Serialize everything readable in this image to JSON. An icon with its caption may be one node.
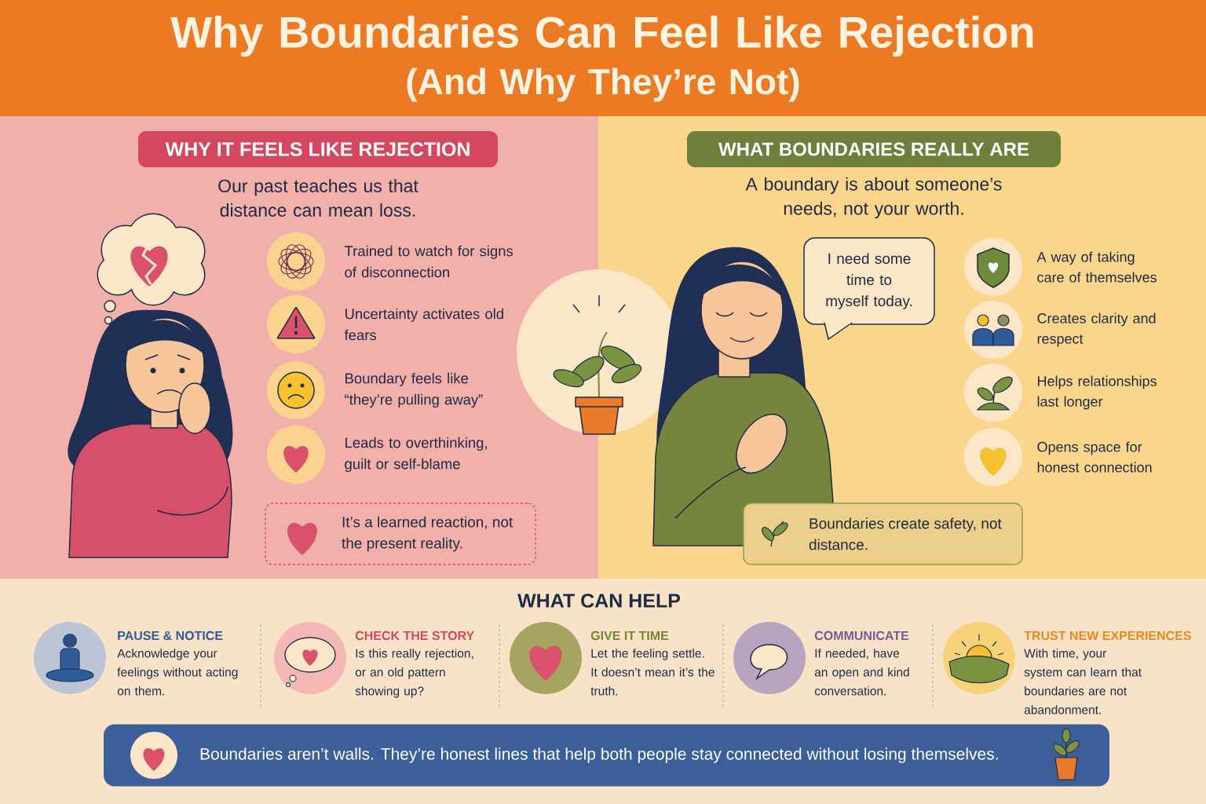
{
  "diagram": {
    "title": "Why Boundaries Can Feel Like Rejection",
    "nodes": [
      {
        "text": [
          "WHY IT FEELS LIKE REJECTION"
        ]
      },
      {
        "text": [
          "It’s a learned reaction, not the present reality."
        ]
      },
      {
        "text": [
          "WHAT BOUNDARIES REALLY ARE"
        ]
      },
      {
        "text": [
          "I need some time to myself today."
        ]
      },
      {
        "text": [
          "Boundaries create safety, not distance."
        ]
      },
      {
        "text": [
          "Boundaries aren’t walls. They’re honest lines that help both people stay connected without losing themselves."
        ]
      }
    ],
    "labels": [
      "(And Why They’re Not)",
      "Our past teaches us that distance can mean loss.",
      "Trained to watch for signs of disconnection",
      "Uncertainty activates old fears",
      "Boundary feels like “they’re pulling away”",
      "Leads to overthinking, guilt or self-blame",
      "A boundary is about someone’s needs, not your worth.",
      "A way of taking care of themselves",
      "Creates clarity and respect",
      "Helps relationships last longer",
      "Opens space for honest connection",
      "WHAT CAN HELP",
      "PAUSE & NOTICE",
      "Acknowledge your feelings without acting on them.",
      "CHECK THE STORY",
      "Is this really rejection, or an old pattern showing up?",
      "GIVE IT TIME",
      "Let the feeling settle. It doesn’t mean it’s the truth.",
      "COMMUNICATE",
      "If needed, have an open and kind conversation.",
      "TRUST NEW EXPERIENCES",
      "With time, your system can learn that boundaries are not abandonment."
    ]
  }
}
